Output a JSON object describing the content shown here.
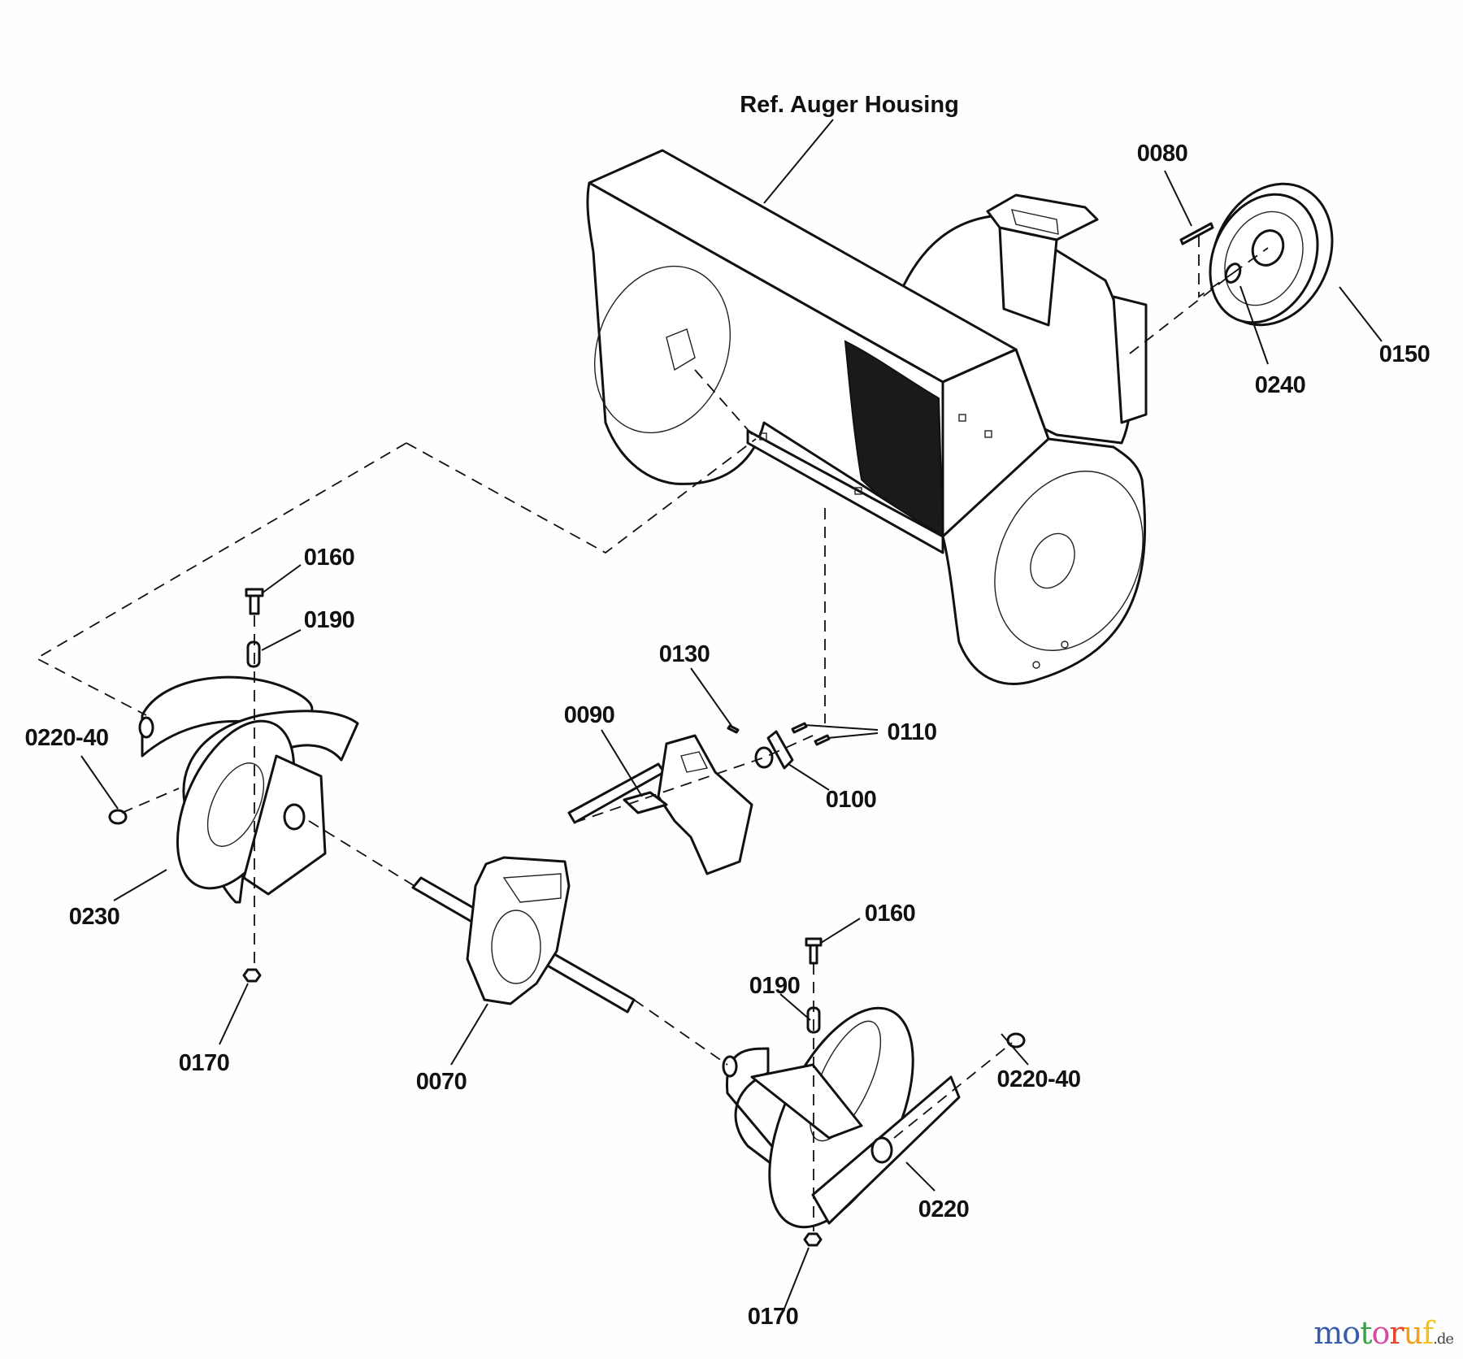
{
  "diagram": {
    "title": "Ref. Auger Housing",
    "callouts": [
      {
        "id": "ref-auger-housing",
        "label": "Ref. Auger Housing"
      },
      {
        "id": "0080",
        "label": "0080"
      },
      {
        "id": "0150",
        "label": "0150"
      },
      {
        "id": "0240",
        "label": "0240"
      },
      {
        "id": "0160-left",
        "label": "0160"
      },
      {
        "id": "0190-left",
        "label": "0190"
      },
      {
        "id": "0220-40-left",
        "label": "0220-40"
      },
      {
        "id": "0230",
        "label": "0230"
      },
      {
        "id": "0170-left",
        "label": "0170"
      },
      {
        "id": "0070",
        "label": "0070"
      },
      {
        "id": "0090",
        "label": "0090"
      },
      {
        "id": "0130",
        "label": "0130"
      },
      {
        "id": "0110",
        "label": "0110"
      },
      {
        "id": "0100",
        "label": "0100"
      },
      {
        "id": "0160-right",
        "label": "0160"
      },
      {
        "id": "0190-right",
        "label": "0190"
      },
      {
        "id": "0220-40-right",
        "label": "0220-40"
      },
      {
        "id": "0220",
        "label": "0220"
      },
      {
        "id": "0170-right",
        "label": "0170"
      }
    ]
  },
  "watermark": {
    "letters": [
      {
        "ch": "m",
        "color": "#3b5bab"
      },
      {
        "ch": "o",
        "color": "#3b5bab"
      },
      {
        "ch": "t",
        "color": "#3aa04a"
      },
      {
        "ch": "o",
        "color": "#d84b9a"
      },
      {
        "ch": "r",
        "color": "#e2462f"
      },
      {
        "ch": "u",
        "color": "#f0a019"
      },
      {
        "ch": "f",
        "color": "#f3c21a"
      }
    ],
    "suffix": ".de"
  }
}
